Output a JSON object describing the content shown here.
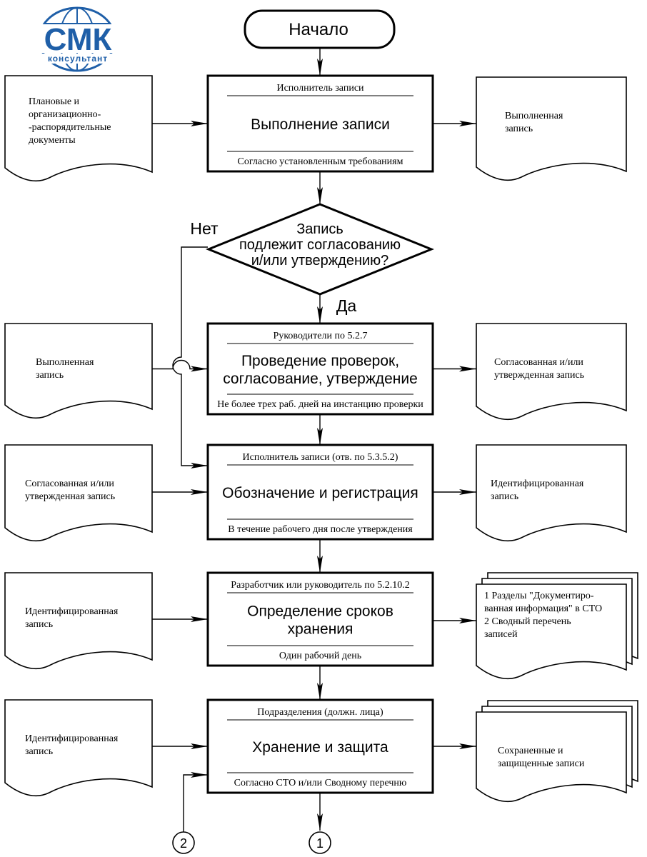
{
  "logo": {
    "main": "СМК",
    "sub": "консультант",
    "color": "#1f5fa8"
  },
  "start": {
    "label": "Начало"
  },
  "decision": {
    "lines": [
      "Запись",
      "подлежит согласованию",
      "и/или утверждению?"
    ],
    "no_label": "Нет",
    "yes_label": "Да"
  },
  "processes": [
    {
      "top": "Исполнитель записи",
      "lines": [
        "Выполнение записи"
      ],
      "bottom": "Согласно установленным требованиям"
    },
    {
      "top": "Руководители по 5.2.7",
      "lines": [
        "Проведение проверок,",
        "согласование, утверждение"
      ],
      "bottom": "Не более трех раб. дней на инстанцию проверки"
    },
    {
      "top": "Исполнитель записи (отв. по 5.3.5.2)",
      "lines": [
        "Обозначение и регистрация"
      ],
      "bottom": "В течение рабочего дня после утверждения"
    },
    {
      "top": "Разработчик или руководитель по 5.2.10.2",
      "lines": [
        "Определение сроков",
        "хранения"
      ],
      "bottom": "Один рабочий день"
    },
    {
      "top": "Подразделения (должн. лица)",
      "lines": [
        "Хранение и защита"
      ],
      "bottom": "Согласно СТО и/или Сводному перечню"
    }
  ],
  "inputs": [
    {
      "lines": [
        "Плановые  и",
        "организационно-",
        "-распорядительные",
        "документы"
      ]
    },
    {
      "lines": [
        "Выполненная",
        "запись"
      ]
    },
    {
      "lines": [
        "Согласованная и/или",
        "утвержденная запись"
      ]
    },
    {
      "lines": [
        "Идентифицированная",
        "запись"
      ]
    },
    {
      "lines": [
        "Идентифицированная",
        "запись"
      ]
    }
  ],
  "outputs": [
    {
      "lines": [
        "Выполненная",
        "запись"
      ]
    },
    {
      "lines": [
        "Согласованная и/или",
        "утвержденная запись"
      ]
    },
    {
      "lines": [
        "Идентифицированная",
        "запись"
      ]
    },
    {
      "lines": [
        "1 Разделы \"Документиро-",
        "ванная информация\" в СТО",
        "2 Сводный перечень",
        "записей"
      ]
    },
    {
      "lines": [
        "Сохраненные и",
        "защищенные записи"
      ]
    }
  ],
  "connectors": [
    "2",
    "1"
  ]
}
